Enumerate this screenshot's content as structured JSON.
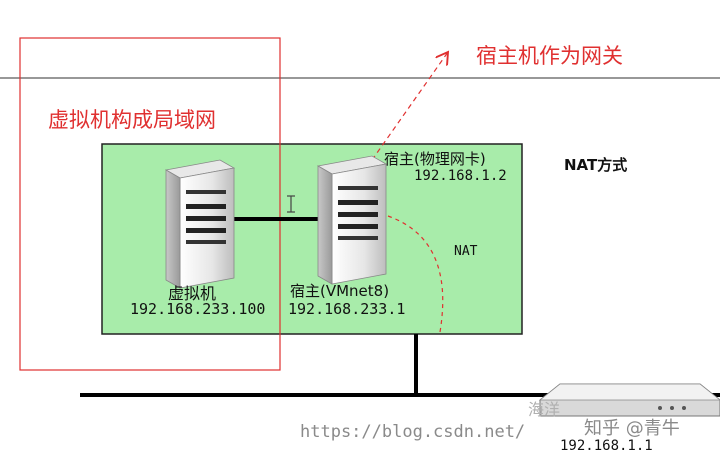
{
  "annotations": {
    "lan_label": "虚拟机构成局域网",
    "gateway_label": "宿主机作为网关"
  },
  "nodes": {
    "vm": {
      "name": "虚拟机",
      "ip": "192.168.233.100"
    },
    "host_physical": {
      "name": "宿主(物理网卡)",
      "ip": "192.168.1.2"
    },
    "host_vmnet": {
      "name": "宿主(VMnet8)",
      "ip": "192.168.233.1"
    },
    "router": {
      "ip": "192.168.1.1"
    }
  },
  "labels": {
    "nat_mode": "NAT方式",
    "nat": "NAT"
  },
  "watermarks": {
    "url": "https://blog.csdn.net/",
    "partial": "海洋",
    "zhihu": "知乎 @青牛"
  },
  "colors": {
    "lan_green": "#a8ecaa",
    "annotation_red": "#e03030"
  }
}
